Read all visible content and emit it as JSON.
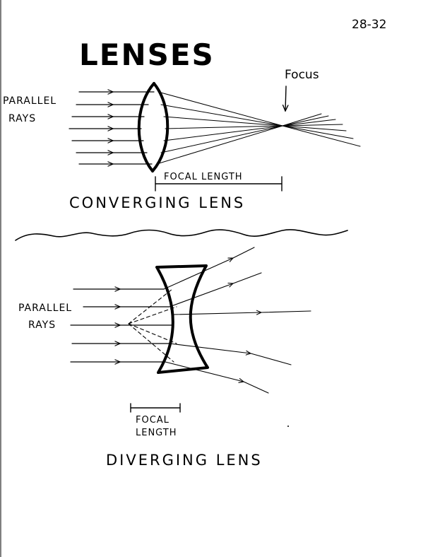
{
  "page_number": "28-32",
  "title": "LENSES",
  "converging": {
    "focus_label": "Focus",
    "parallel_rays_line1": "PARALLEL",
    "parallel_rays_line2": "RAYS",
    "focal_length_label": "FOCAL LENGTH",
    "caption": "CONVERGING LENS"
  },
  "diverging": {
    "parallel_rays_line1": "PARALLEL",
    "parallel_rays_line2": "RAYS",
    "focal_length_line1": "FOCAL",
    "focal_length_line2": "LENGTH",
    "caption": "DIVERGING LENS"
  },
  "ink_color": "#000000",
  "paper_color": "#ffffff"
}
